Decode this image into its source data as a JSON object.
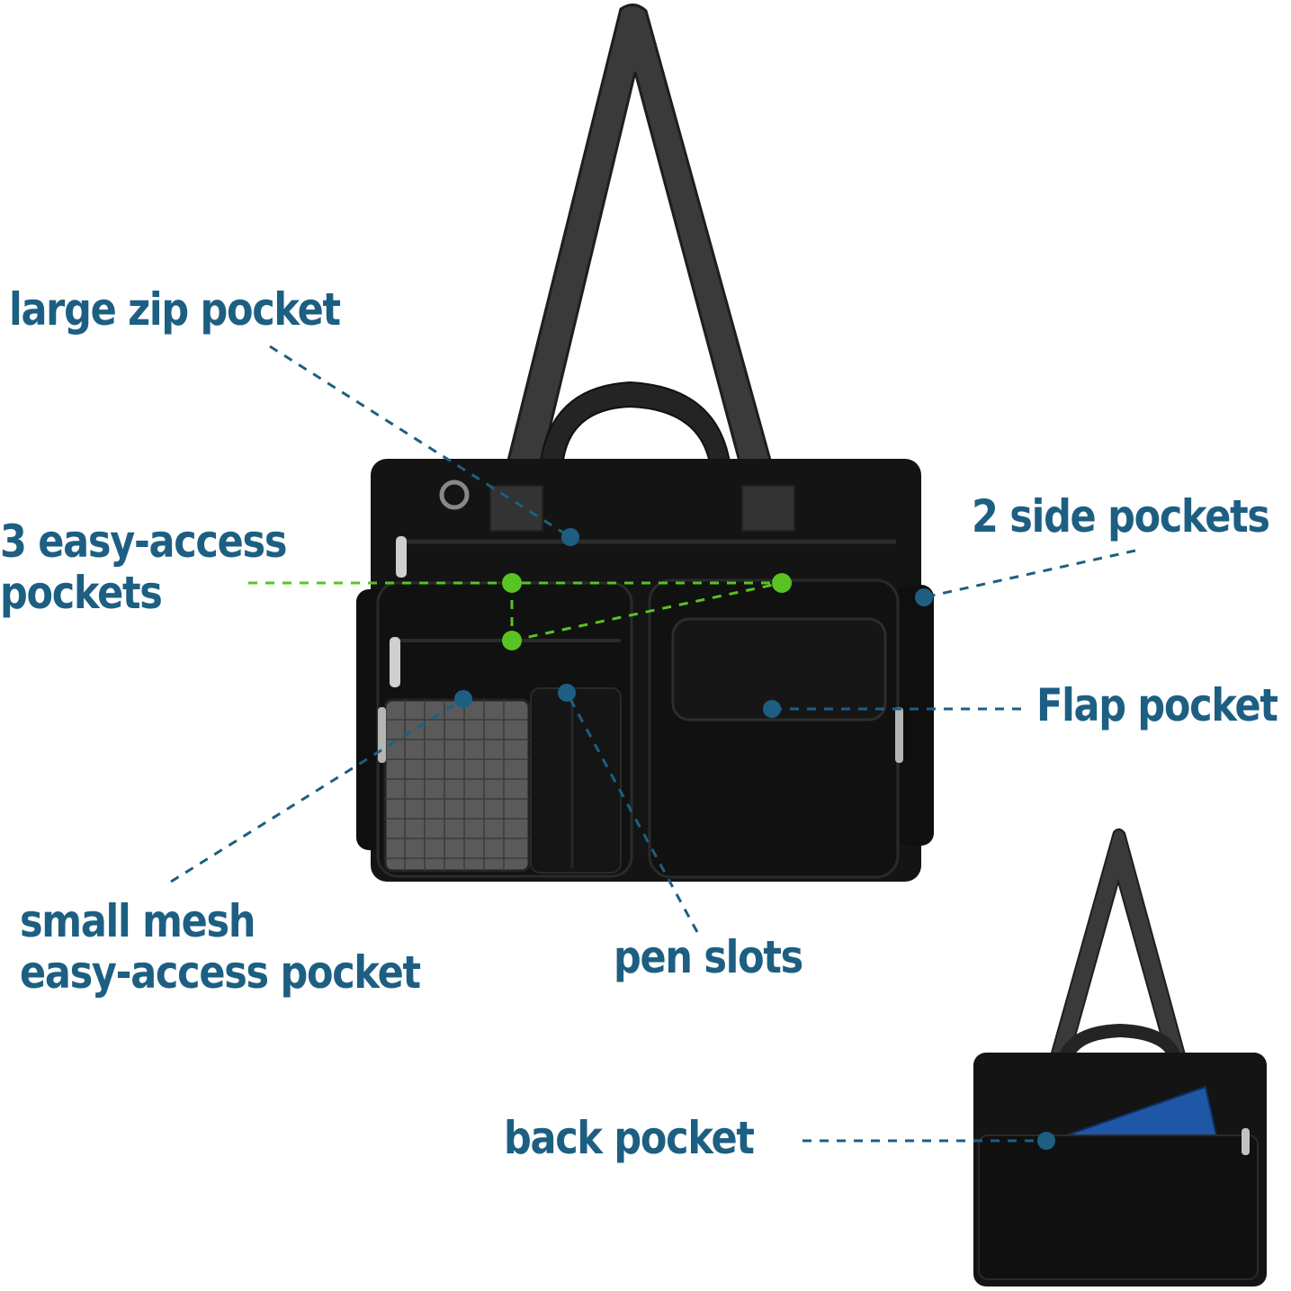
{
  "colors": {
    "label_blue": "#1d5f82",
    "accent_green": "#58c322",
    "bag_black": "#141414",
    "strap_gray": "#3a3a3a",
    "folder_blue": "#1f57a6",
    "mesh_gray": "#5a5a5a"
  },
  "callouts": {
    "large_zip_pocket": "large zip pocket",
    "easy_access_line1": "3 easy-access",
    "easy_access_line2": "pockets",
    "side_pockets": "2 side pockets",
    "flap_pocket": "Flap pocket",
    "small_mesh_line1": "small mesh",
    "small_mesh_line2": "easy-access pocket",
    "pen_slots": "pen slots",
    "back_pocket": "back pocket"
  }
}
